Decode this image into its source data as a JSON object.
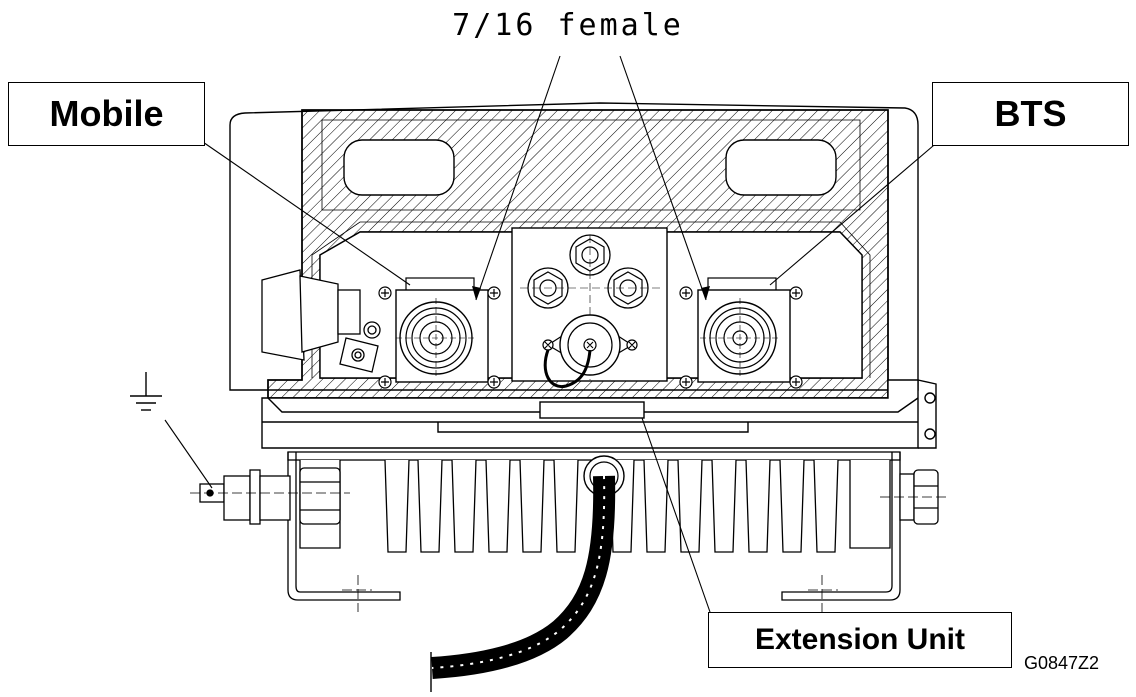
{
  "callouts": {
    "connector_type": "7/16 female",
    "mobile": "Mobile",
    "bts": "BTS",
    "extension_unit": "Extension Unit"
  },
  "drawing_id": "G0847Z2",
  "icons": [
    "ground-symbol-icon"
  ]
}
